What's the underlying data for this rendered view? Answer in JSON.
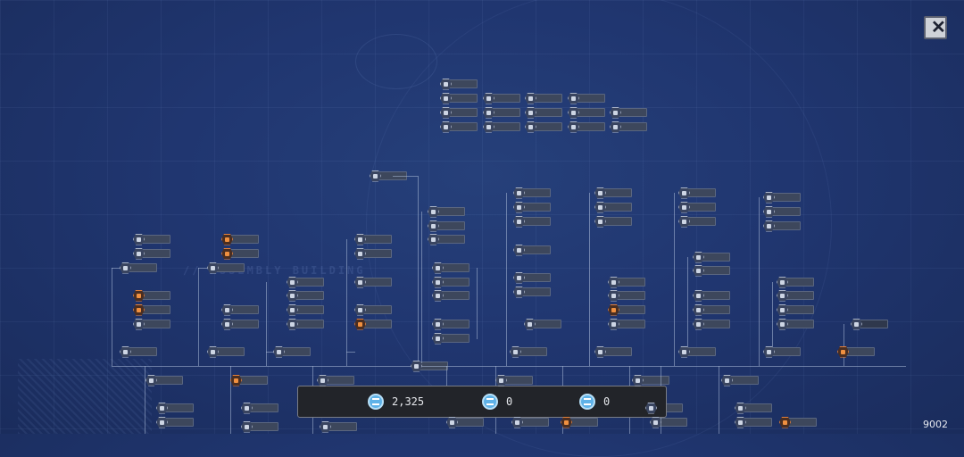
{
  "resources": [
    {
      "icon": "coin-icon",
      "value": "2,325"
    },
    {
      "icon": "coin-icon",
      "value": "0"
    },
    {
      "icon": "coin-icon",
      "value": "0"
    }
  ],
  "counter": "9002",
  "close_glyph": "✕",
  "colors": {
    "accent_orange": "#e3803a",
    "resource_blue": "#5fb2e8",
    "background": "#203670"
  }
}
